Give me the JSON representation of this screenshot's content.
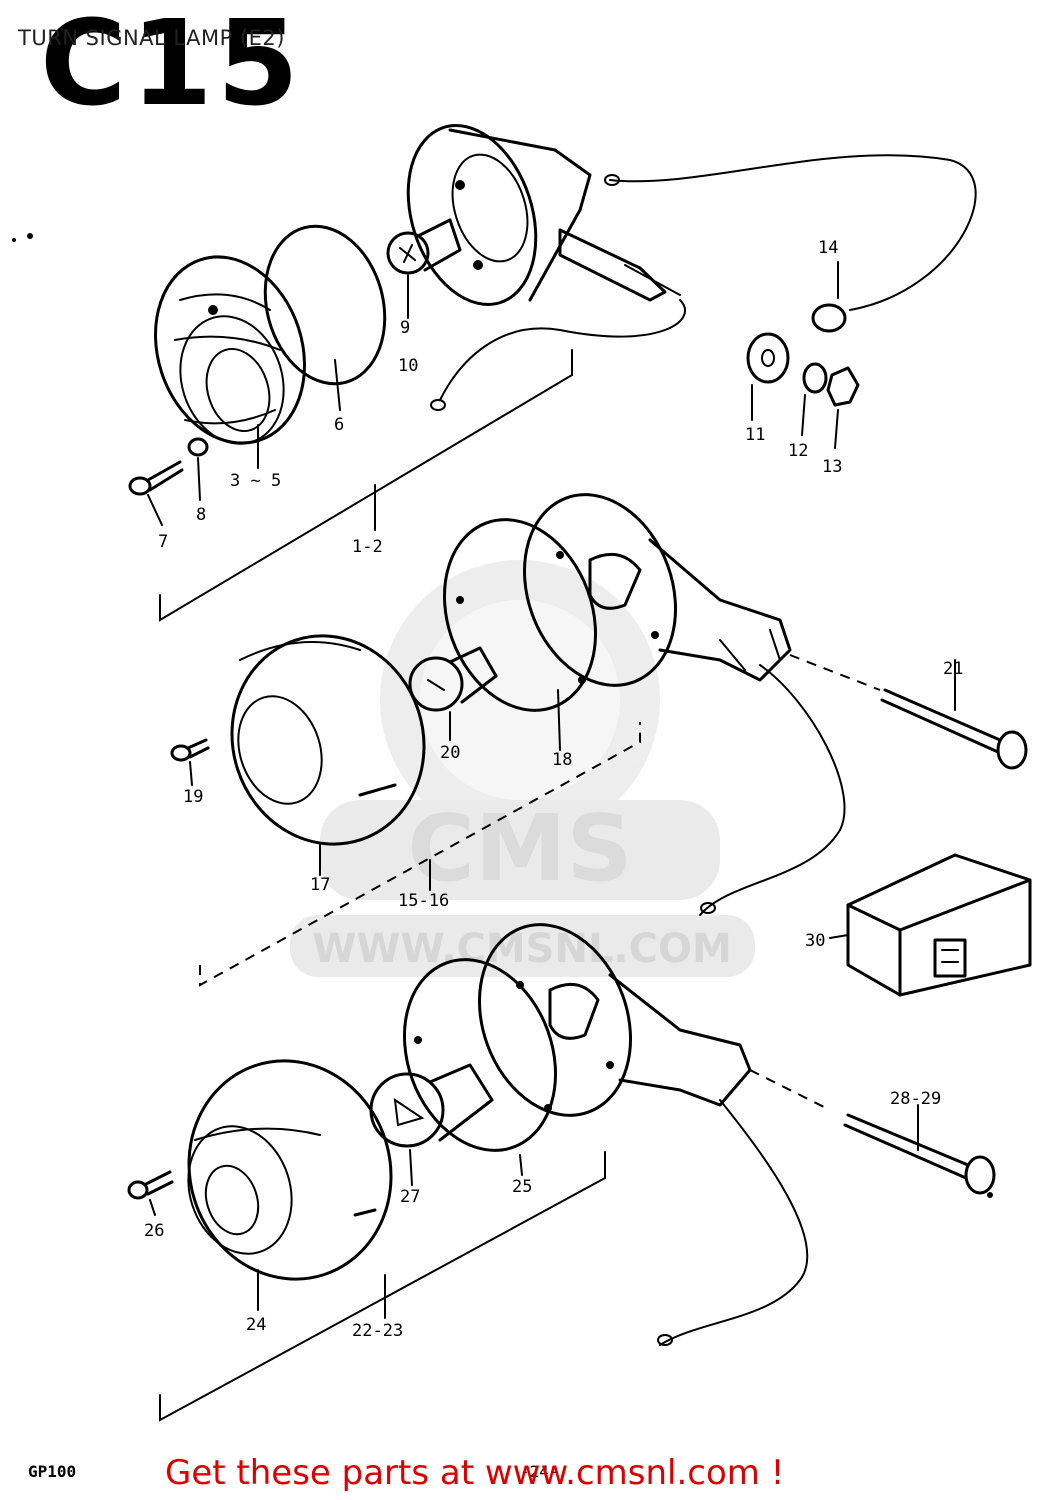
{
  "header": {
    "title": "TURN SIGNAL LAMP (E2)",
    "code": "C15"
  },
  "watermark": {
    "brand": "CMS",
    "url": "WWW.CMSNL.COM"
  },
  "labels": {
    "l1_2": "1-2",
    "l3_5": "3 ~ 5",
    "l6": "6",
    "l7": "7",
    "l8": "8",
    "l9": "9",
    "l10": "10",
    "l11": "11",
    "l12": "12",
    "l13": "13",
    "l14": "14",
    "l15_16": "15-16",
    "l17": "17",
    "l18": "18",
    "l19": "19",
    "l20": "20",
    "l21": "21",
    "l22_23": "22-23",
    "l24": "24",
    "l25": "25",
    "l26": "26",
    "l27": "27",
    "l28_29": "28-29",
    "l30": "30"
  },
  "footer": {
    "model": "GP100",
    "page": "-24-",
    "cta": "Get these parts at www.cmsnl.com !"
  }
}
